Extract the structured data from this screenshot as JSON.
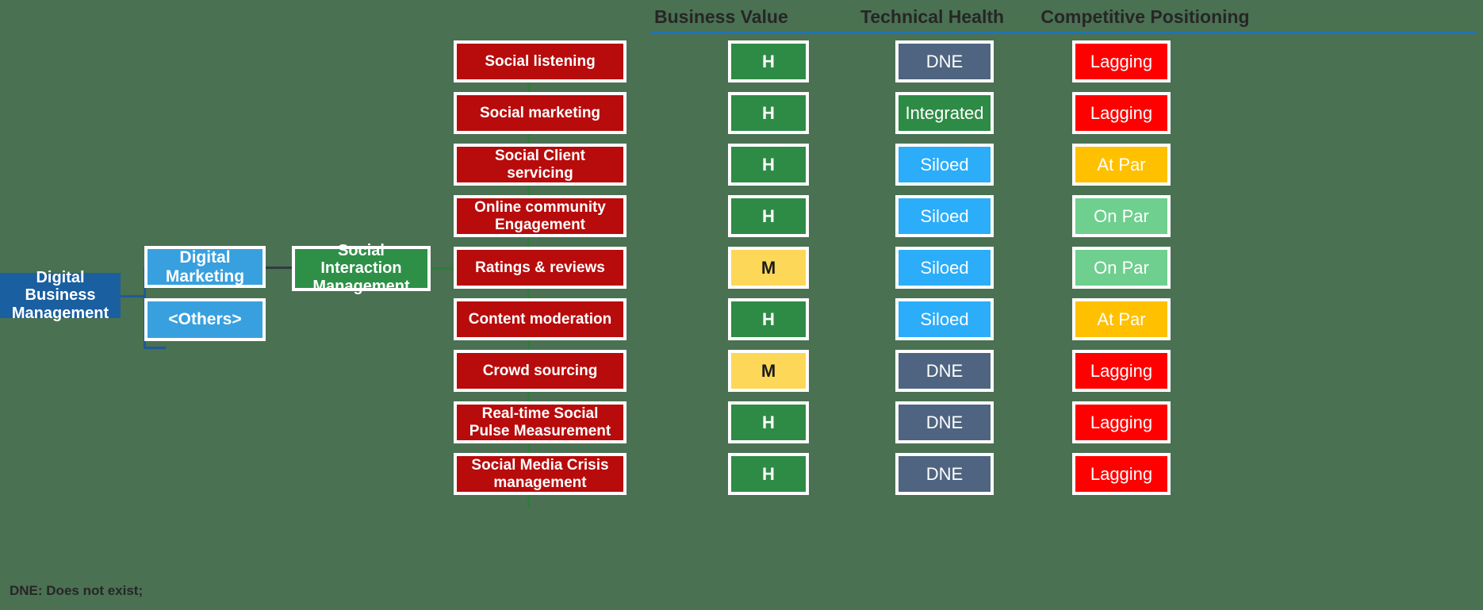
{
  "background_color": "#4a7152",
  "accent_rule_color": "#1F74B8",
  "headers": [
    {
      "label": "Business Value"
    },
    {
      "label": "Technical Health"
    },
    {
      "label": "Competitive Positioning"
    }
  ],
  "hierarchy": {
    "root": {
      "label": "Digital Business Management",
      "color": "#1a5fa0"
    },
    "level2": [
      {
        "label": "Digital Marketing",
        "color": "#38A0DE"
      },
      {
        "label": "<Others>",
        "color": "#38A0DE"
      }
    ],
    "level3": {
      "label": "Social Interaction Management",
      "color": "#2E9047"
    }
  },
  "rows": [
    {
      "capability": "Social listening",
      "business_value": "H",
      "technical_health": "DNE",
      "competitive_positioning": "Lagging"
    },
    {
      "capability": "Social marketing",
      "business_value": "H",
      "technical_health": "Integrated",
      "competitive_positioning": "Lagging"
    },
    {
      "capability": "Social Client servicing",
      "business_value": "H",
      "technical_health": "Siloed",
      "competitive_positioning": "At Par"
    },
    {
      "capability": "Online community Engagement",
      "business_value": "H",
      "technical_health": "Siloed",
      "competitive_positioning": "On Par"
    },
    {
      "capability": "Ratings & reviews",
      "business_value": "M",
      "technical_health": "Siloed",
      "competitive_positioning": "On Par"
    },
    {
      "capability": "Content moderation",
      "business_value": "H",
      "technical_health": "Siloed",
      "competitive_positioning": "At Par"
    },
    {
      "capability": "Crowd sourcing",
      "business_value": "M",
      "technical_health": "DNE",
      "competitive_positioning": "Lagging"
    },
    {
      "capability": "Real-time Social Pulse Measurement",
      "business_value": "H",
      "technical_health": "DNE",
      "competitive_positioning": "Lagging"
    },
    {
      "capability": "Social Media Crisis management",
      "business_value": "H",
      "technical_health": "DNE",
      "competitive_positioning": "Lagging"
    }
  ],
  "legend": {
    "business_value": {
      "H": "#2E8B45",
      "M": "#FDD757"
    },
    "technical_health": {
      "DNE": "#4E6480",
      "Integrated": "#2E8B45",
      "Siloed": "#2BADFA"
    },
    "competitive_positioning": {
      "Lagging": "#FE0000",
      "At Par": "#FFC000",
      "On Par": "#6ECF8E"
    }
  },
  "footnote": "DNE: Does not exist;"
}
